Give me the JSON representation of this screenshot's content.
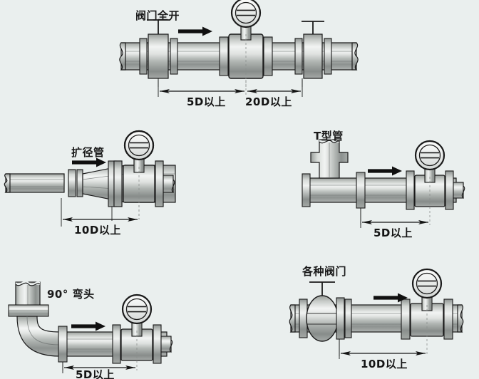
{
  "diagram": {
    "title_alt": "Flow meter installation straight-pipe requirements",
    "background_color": "#eaefee",
    "line_color": "#1a1a1a",
    "metal_light": "#f2f4f3",
    "metal_mid": "#b9bdba",
    "metal_dark": "#7e8381"
  },
  "panels": [
    {
      "id": "panel-valve-fully-open",
      "label": "阀门全开",
      "upstream_dim": "5D以上",
      "downstream_dim": "20D以上",
      "flow_arrow": "flow-arrow-right"
    },
    {
      "id": "panel-expander-pipe",
      "label": "扩径管",
      "upstream_dim": "10D以上",
      "downstream_dim": "",
      "flow_arrow": "flow-arrow-right"
    },
    {
      "id": "panel-tee-pipe",
      "label": "T型管",
      "upstream_dim": "5D以上",
      "downstream_dim": "",
      "flow_arrow": "flow-arrow-right"
    },
    {
      "id": "panel-elbow-90",
      "label": "90° 弯头",
      "upstream_dim": "5D以上",
      "downstream_dim": "",
      "flow_arrow": "flow-arrow-right"
    },
    {
      "id": "panel-various-valves",
      "label": "各种阀门",
      "upstream_dim": "10D以上",
      "downstream_dim": "",
      "flow_arrow": "flow-arrow-right"
    }
  ],
  "icons": {
    "meter_head": "flow-meter-transmitter-icon",
    "valve": "valve-icon",
    "flange": "flange-icon",
    "break": "pipe-break-icon"
  }
}
